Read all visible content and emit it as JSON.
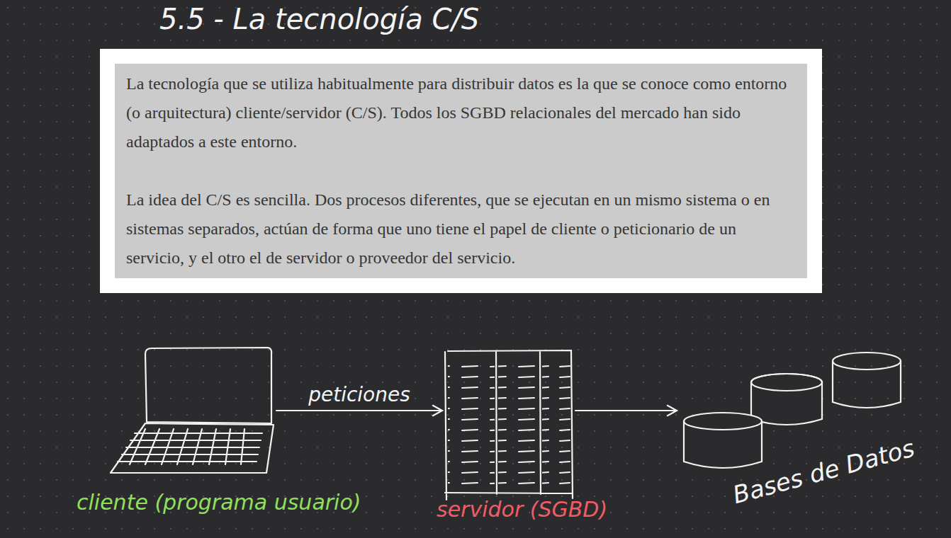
{
  "diagram": {
    "title": "5.5 - La tecnología C/S",
    "nodes": [
      {
        "text": [
          "La tecnología que se utiliza habitualmente para distribuir datos es la que se conoce como entorno (o arquitectura) cliente/servidor (C/S). Todos los SGBD relacionales del mercado han sido adaptados a este entorno.",
          "La idea del C/S es sencilla. Dos procesos diferentes, que se ejecutan en un mismo sistema o en sistemas separados, actúan de forma que uno tiene el papel de cliente o peticionario de un servicio, y el otro el de servidor o proveedor del servicio."
        ]
      },
      {
        "text": [
          "cliente (programa usuario)"
        ]
      },
      {
        "text": [
          "servidor (SGBD)"
        ]
      },
      {
        "text": [
          "Bases de Datos"
        ]
      }
    ],
    "edges": [
      {
        "from": 1,
        "to": 2,
        "label": "peticiones",
        "arrow": "to"
      },
      {
        "from": 2,
        "to": 3,
        "arrow": "to"
      }
    ]
  }
}
